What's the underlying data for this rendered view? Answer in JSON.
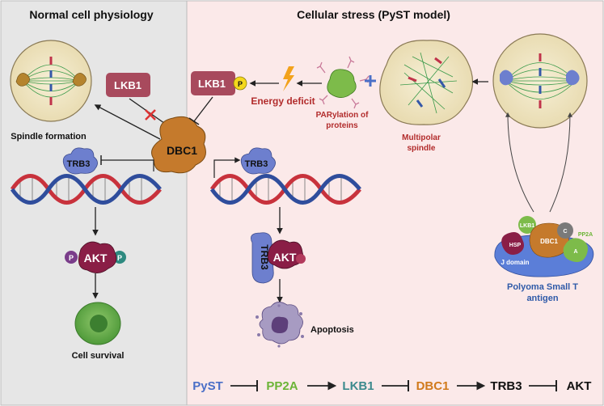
{
  "panels": {
    "left_title": "Normal cell physiology",
    "right_title": "Cellular stress (PyST model)"
  },
  "labels": {
    "lkb1_left": "LKB1",
    "lkb1_right": "LKB1",
    "p": "P",
    "dbc1": "DBC1",
    "trb3_left": "TRB3",
    "trb3_right": "TRB3",
    "trb3_vertical": "TRB3",
    "akt_left": "AKT",
    "akt_right": "AKT",
    "spindle_formation": "Spindle formation",
    "energy_deficit": "Energy deficit",
    "parylation_line1": "PARylation of",
    "parylation_line2": "proteins",
    "multipolar_line1": "Multipolar",
    "multipolar_line2": "spindle",
    "cell_survival": "Cell survival",
    "apoptosis": "Apoptosis",
    "pyst_line1": "Polyoma Small T",
    "pyst_line2": "antigen",
    "complex_lkb1": "LKB1",
    "complex_dbc1": "DBC1",
    "complex_hsp": "HSP",
    "complex_c": "C",
    "complex_a": "A",
    "complex_pp2a": "PP2A",
    "complex_jdomain": "J domain"
  },
  "pathway": [
    "PyST",
    "PP2A",
    "LKB1",
    "DBC1",
    "TRB3",
    "AKT"
  ],
  "colors": {
    "left_bg": "#e6e6e6",
    "right_bg": "#fbe9e9",
    "lkb1": "#a84a5d",
    "dbc1": "#c57a2c",
    "trb3": "#6d7fce",
    "akt": "#8a1e46",
    "phospho": "#f4d81c",
    "red_text": "#b22c2c",
    "pyst_blue": "#4a6fc7",
    "pp2a_green": "#6bb436",
    "lkb1_teal": "#3c8a8d",
    "dbc1_orange": "#d17a1c",
    "dna_red": "#c8323c",
    "dna_blue": "#2f4d9c"
  }
}
